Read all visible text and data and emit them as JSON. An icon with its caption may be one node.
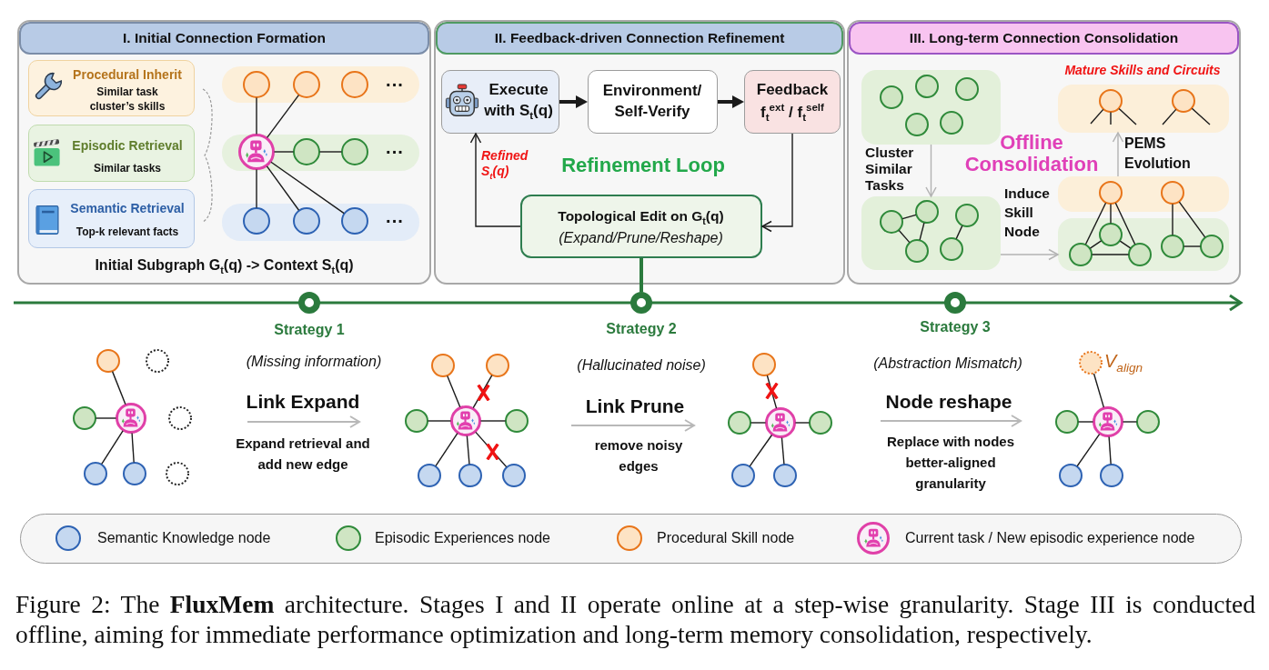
{
  "diagram": {
    "nodes": [
      {
        "text": [
          "I. Initial Connection Formation",
          "Initial Subgraph G$_{t}$(q) -> Context S$_{t}$(q)"
        ]
      },
      {
        "text": [
          "Procedural Inherit",
          "Similar task cluster’s skills"
        ],
        "in": 0
      },
      {
        "text": [
          "Episodic Retrieval",
          "Similar tasks"
        ],
        "in": 0
      },
      {
        "text": [
          "Semantic Retrieval",
          "Top-k relevant facts"
        ],
        "in": 0
      },
      {
        "text": [],
        "shape": "circle",
        "in": 0
      },
      {
        "text": [],
        "shape": "circle",
        "in": 0
      },
      {
        "text": [],
        "shape": "circle",
        "in": 0
      },
      {
        "text": [],
        "shape": "circle",
        "in": 0
      },
      {
        "text": [],
        "shape": "circle",
        "in": 0
      },
      {
        "text": [],
        "shape": "circle",
        "in": 0
      },
      {
        "text": [],
        "shape": "circle",
        "in": 0
      },
      {
        "text": [],
        "shape": "circle",
        "in": 0
      },
      {
        "text": [],
        "shape": "circle",
        "in": 0
      },
      {
        "text": [
          "II. Feedback-driven Connection Refinement"
        ]
      },
      {
        "text": [
          "Execute with S$_{t}$(q)"
        ],
        "in": 13
      },
      {
        "text": [
          "Environment/ Self-Verify"
        ],
        "in": 13
      },
      {
        "text": [
          "Feedback",
          "f$_{t}$$^{ext}$ / f$_{t}$$^{self}$"
        ],
        "in": 13
      },
      {
        "text": [
          "Topological Edit on G$_{t}$(q)",
          "(Expand/Prune/Reshape)"
        ],
        "in": 13
      },
      {
        "text": [
          "III. Long-term Connection Consolidation"
        ]
      },
      {
        "text": [],
        "shape": "box",
        "in": 18
      },
      {
        "text": [],
        "shape": "circle",
        "in": 19
      },
      {
        "text": [],
        "shape": "circle",
        "in": 19
      },
      {
        "text": [],
        "shape": "circle",
        "in": 19
      },
      {
        "text": [],
        "shape": "circle",
        "in": 19
      },
      {
        "text": [],
        "shape": "circle",
        "in": 19
      },
      {
        "text": [],
        "shape": "box",
        "in": 18
      },
      {
        "text": [],
        "shape": "circle",
        "in": 25
      },
      {
        "text": [],
        "shape": "circle",
        "in": 25
      },
      {
        "text": [],
        "shape": "circle",
        "in": 25
      },
      {
        "text": [],
        "shape": "circle",
        "in": 25
      },
      {
        "text": [],
        "shape": "circle",
        "in": 25
      },
      {
        "text": [],
        "shape": "box",
        "in": 18,
        "beside": [
          "Mature Skills and Circuits"
        ]
      },
      {
        "text": [],
        "shape": "circle",
        "in": 31
      },
      {
        "text": [],
        "shape": "circle",
        "in": 31
      },
      {
        "text": [],
        "shape": "box",
        "in": 18
      },
      {
        "text": [],
        "shape": "circle",
        "in": 34
      },
      {
        "text": [],
        "shape": "circle",
        "in": 34
      },
      {
        "text": [],
        "shape": "box",
        "in": 18
      },
      {
        "text": [],
        "shape": "circle",
        "in": 37
      },
      {
        "text": [],
        "shape": "circle",
        "in": 37
      },
      {
        "text": [],
        "shape": "circle",
        "in": 37
      },
      {
        "text": [],
        "shape": "circle",
        "in": 37
      },
      {
        "text": [],
        "shape": "circle",
        "in": 37
      },
      {
        "text": [],
        "shape": "circle",
        "beside": [
          "Strategy 1"
        ]
      },
      {
        "text": [],
        "shape": "circle",
        "beside": [
          "Strategy 2"
        ]
      },
      {
        "text": [],
        "shape": "circle",
        "beside": [
          "Strategy 3"
        ]
      },
      {
        "text": [],
        "shape": "circle"
      },
      {
        "text": [],
        "shape": "circle"
      },
      {
        "text": [],
        "shape": "circle"
      },
      {
        "text": [],
        "shape": "circle"
      },
      {
        "text": [],
        "shape": "circle"
      },
      {
        "text": [],
        "shape": "circle"
      },
      {
        "text": [],
        "shape": "circle"
      },
      {
        "text": [],
        "shape": "circle"
      },
      {
        "text": [],
        "shape": "circle"
      },
      {
        "text": [],
        "shape": "circle"
      },
      {
        "text": [],
        "shape": "circle"
      },
      {
        "text": [],
        "shape": "circle"
      },
      {
        "text": [],
        "shape": "circle"
      },
      {
        "text": [],
        "shape": "circle"
      },
      {
        "text": [],
        "shape": "circle"
      },
      {
        "text": [],
        "shape": "circle"
      },
      {
        "text": [],
        "shape": "circle"
      },
      {
        "text": [],
        "shape": "circle"
      },
      {
        "text": [],
        "shape": "circle"
      },
      {
        "text": [],
        "shape": "circle"
      },
      {
        "text": [],
        "shape": "circle"
      },
      {
        "text": [],
        "shape": "circle"
      },
      {
        "text": [],
        "shape": "circle",
        "beside": [
          "V$_{align}$"
        ]
      },
      {
        "text": [],
        "shape": "circle"
      },
      {
        "text": [],
        "shape": "circle"
      },
      {
        "text": [],
        "shape": "circle"
      },
      {
        "text": [],
        "shape": "circle"
      },
      {
        "text": [],
        "shape": "circle"
      }
    ],
    "edges": [
      {
        "from": 7,
        "to": 4,
        "arrow": "none"
      },
      {
        "from": 7,
        "to": 5,
        "arrow": "none"
      },
      {
        "from": 7,
        "to": 8,
        "arrow": "none"
      },
      {
        "from": 8,
        "to": 9,
        "arrow": "none"
      },
      {
        "from": 7,
        "to": 10,
        "arrow": "none"
      },
      {
        "from": 7,
        "to": 11,
        "arrow": "none"
      },
      {
        "from": 7,
        "to": 12,
        "arrow": "none"
      },
      {
        "from": 14,
        "to": 15,
        "arrow": "to",
        "style": "thick"
      },
      {
        "from": 15,
        "to": 16,
        "arrow": "to",
        "style": "thick"
      },
      {
        "from": 16,
        "to": 17,
        "arrow": "to"
      },
      {
        "from": 17,
        "to": 14,
        "arrow": "to",
        "label": "Refined S$_{t}$(q)"
      },
      {
        "from": 17,
        "to": 44,
        "arrow": "none",
        "style": "thick",
        "color": "#2b7a3d"
      },
      {
        "from": 19,
        "to": 25,
        "arrow": "to",
        "label": "Cluster Similar Tasks",
        "color": "#b3b3b3"
      },
      {
        "from": 26,
        "to": 27,
        "arrow": "none"
      },
      {
        "from": 27,
        "to": 29,
        "arrow": "none"
      },
      {
        "from": 26,
        "to": 29,
        "arrow": "none"
      },
      {
        "from": 28,
        "to": 30,
        "arrow": "none"
      },
      {
        "from": 25,
        "to": 37,
        "arrow": "to",
        "label": "Induce Skill Node",
        "color": "#b3b3b3"
      },
      {
        "from": 34,
        "to": 31,
        "arrow": "to",
        "label": "PEMS Evolution",
        "color": "#b3b3b3"
      },
      {
        "from": 32,
        "to": null,
        "arrow": "none"
      },
      {
        "from": 32,
        "to": null,
        "arrow": "none"
      },
      {
        "from": 32,
        "to": null,
        "arrow": "none"
      },
      {
        "from": 33,
        "to": null,
        "arrow": "none"
      },
      {
        "from": 33,
        "to": null,
        "arrow": "none"
      },
      {
        "from": 35,
        "to": 39,
        "arrow": "none"
      },
      {
        "from": 35,
        "to": 38,
        "arrow": "none"
      },
      {
        "from": 35,
        "to": 40,
        "arrow": "none"
      },
      {
        "from": 38,
        "to": 39,
        "arrow": "none"
      },
      {
        "from": 38,
        "to": 40,
        "arrow": "none"
      },
      {
        "from": 39,
        "to": 40,
        "arrow": "none"
      },
      {
        "from": 36,
        "to": 41,
        "arrow": "none"
      },
      {
        "from": 36,
        "to": 42,
        "arrow": "none"
      },
      {
        "from": 41,
        "to": 42,
        "arrow": "none"
      },
      {
        "from": 49,
        "to": 46,
        "arrow": "none"
      },
      {
        "from": 49,
        "to": 48,
        "arrow": "none"
      },
      {
        "from": 49,
        "to": 51,
        "arrow": "none"
      },
      {
        "from": 49,
        "to": 52,
        "arrow": "none"
      },
      {
        "from": 57,
        "to": 54,
        "arrow": "none"
      },
      {
        "from": 57,
        "to": 55,
        "arrow": "none"
      },
      {
        "from": 57,
        "to": 56,
        "arrow": "none"
      },
      {
        "from": 57,
        "to": 58,
        "arrow": "none"
      },
      {
        "from": 57,
        "to": 59,
        "arrow": "none"
      },
      {
        "from": 57,
        "to": 60,
        "arrow": "none"
      },
      {
        "from": 57,
        "to": 61,
        "arrow": "none"
      },
      {
        "from": 64,
        "to": 62,
        "arrow": "none"
      },
      {
        "from": 64,
        "to": 63,
        "arrow": "none"
      },
      {
        "from": 64,
        "to": 65,
        "arrow": "none"
      },
      {
        "from": 64,
        "to": 66,
        "arrow": "none"
      },
      {
        "from": 64,
        "to": 67,
        "arrow": "none"
      },
      {
        "from": 70,
        "to": 68,
        "arrow": "none"
      },
      {
        "from": 70,
        "to": 69,
        "arrow": "none"
      },
      {
        "from": 70,
        "to": 71,
        "arrow": "none"
      },
      {
        "from": 70,
        "to": 72,
        "arrow": "none"
      },
      {
        "from": 70,
        "to": 73,
        "arrow": "none"
      }
    ],
    "labels": [
      "···",
      "···",
      "···",
      "Refinement Loop",
      "Offline Consolidation",
      "(Missing information)",
      "Link Expand",
      "Expand retrieval and add new edge",
      "(Hallucinated noise)",
      "Link Prune",
      "remove noisy edges",
      "(Abstraction Mismatch)",
      "Node reshape",
      "Replace with nodes better-aligned granularity"
    ],
    "legend": [
      {
        "text": "Semantic Knowledge node",
        "color": "#c5d8f0"
      },
      {
        "text": "Episodic Experiences node",
        "color": "#cfe5c3"
      },
      {
        "text": "Procedural Skill node",
        "color": "#fde3c4"
      },
      {
        "text": "Current task / New episodic experience node"
      }
    ],
    "caption": "Figure 2: The **FluxMem** architecture. Stages I and II operate online at a step-wise granularity. Stage III is conducted offline, aiming for immediate performance optimization and long-term memory consolidation, respectively."
  }
}
